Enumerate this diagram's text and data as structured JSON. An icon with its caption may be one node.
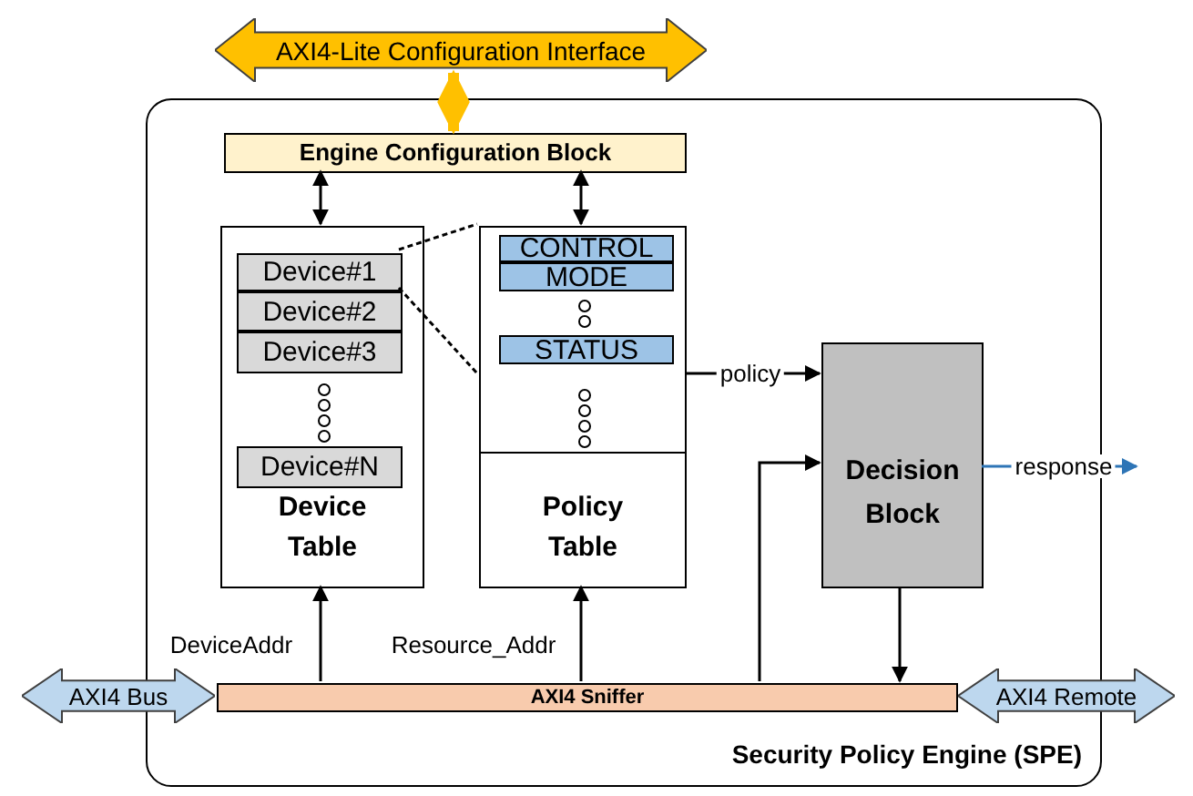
{
  "diagram": {
    "nodes": [
      {
        "text": [
          "AXI4-Lite Configuration Interface"
        ]
      },
      {
        "text": [
          "Security Policy Engine (SPE)"
        ]
      },
      {
        "text": [
          "Engine Configuration Block"
        ],
        "in": 1
      },
      {
        "text": [
          "Device Table"
        ],
        "in": 1
      },
      {
        "text": [
          "Device#1"
        ],
        "in": 3
      },
      {
        "text": [
          "Device#2"
        ],
        "in": 3
      },
      {
        "text": [
          "Device#3"
        ],
        "in": 3
      },
      {
        "text": [
          "Device#N"
        ],
        "in": 3
      },
      {
        "text": [
          "Policy Table"
        ],
        "in": 1
      },
      {
        "text": [
          "CONTROL"
        ],
        "in": 8
      },
      {
        "text": [
          "MODE"
        ],
        "in": 8
      },
      {
        "text": [
          "STATUS"
        ],
        "in": 8
      },
      {
        "text": [
          "Decision Block"
        ],
        "in": 1
      },
      {
        "text": [
          "AXI4 Sniffer"
        ],
        "in": 1
      },
      {
        "text": [
          "AXI4 Bus"
        ]
      },
      {
        "text": [
          "AXI4 Remote"
        ]
      }
    ],
    "edges": [
      {
        "from": 0,
        "to": 2,
        "arrow": "both",
        "style": "thick",
        "color": "#ffc000"
      },
      {
        "from": 2,
        "to": 3,
        "arrow": "both"
      },
      {
        "from": 2,
        "to": 8,
        "arrow": "both"
      },
      {
        "from": 4,
        "to": 8,
        "arrow": "none",
        "style": "dashed"
      },
      {
        "from": 4,
        "to": 8,
        "arrow": "none",
        "style": "dashed"
      },
      {
        "from": 8,
        "to": 12,
        "arrow": "to",
        "label": "policy"
      },
      {
        "from": 13,
        "to": 3,
        "arrow": "to",
        "label": "DeviceAddr"
      },
      {
        "from": 13,
        "to": 8,
        "arrow": "to",
        "label": "Resource_Addr"
      },
      {
        "from": 13,
        "to": 12,
        "arrow": "to"
      },
      {
        "from": 12,
        "to": 13,
        "arrow": "to"
      },
      {
        "from": 12,
        "to": null,
        "arrow": "to",
        "label": "response",
        "color": "#2e75b6"
      }
    ]
  }
}
